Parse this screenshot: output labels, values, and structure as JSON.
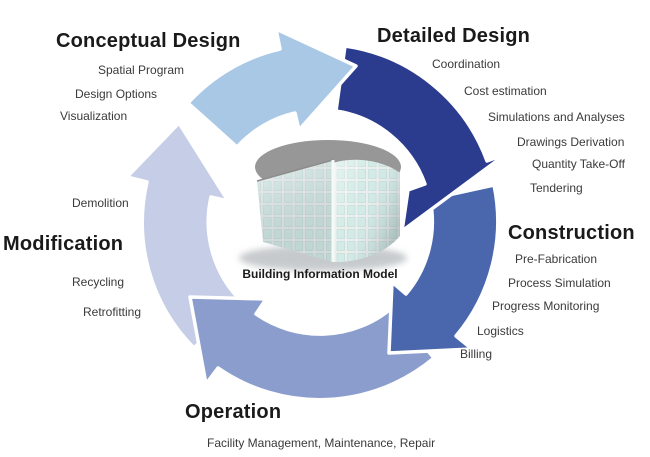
{
  "diagram": {
    "center_caption": "Building Information Model",
    "phases": {
      "conceptual": {
        "label": "Conceptual Design",
        "items": [
          "Spatial Program",
          "Design Options",
          "Visualization"
        ]
      },
      "detailed": {
        "label": "Detailed Design",
        "items": [
          "Coordination",
          "Cost estimation",
          "Simulations and Analyses",
          "Drawings Derivation",
          "Quantity Take-Off",
          "Tendering"
        ]
      },
      "construction": {
        "label": "Construction",
        "items": [
          "Pre-Fabrication",
          "Process Simulation",
          "Progress Monitoring",
          "Logistics",
          "Billing"
        ]
      },
      "operation": {
        "label": "Operation",
        "items": [
          "Facility Management, Maintenance, Repair"
        ]
      },
      "modification": {
        "label": "Modification",
        "items": [
          "Demolition",
          "Recycling",
          "Retrofitting"
        ]
      }
    },
    "arrow_colors": {
      "conceptual_to_detailed": "#a9c8e6",
      "detailed_to_construction": "#2b3c8e",
      "construction_to_operation": "#4a66ac",
      "operation_to_modification": "#8b9dcd",
      "modification_to_conceptual": "#c5cde7"
    },
    "building_colors": {
      "roof": "#979797",
      "window": "#d2ebe6"
    }
  }
}
